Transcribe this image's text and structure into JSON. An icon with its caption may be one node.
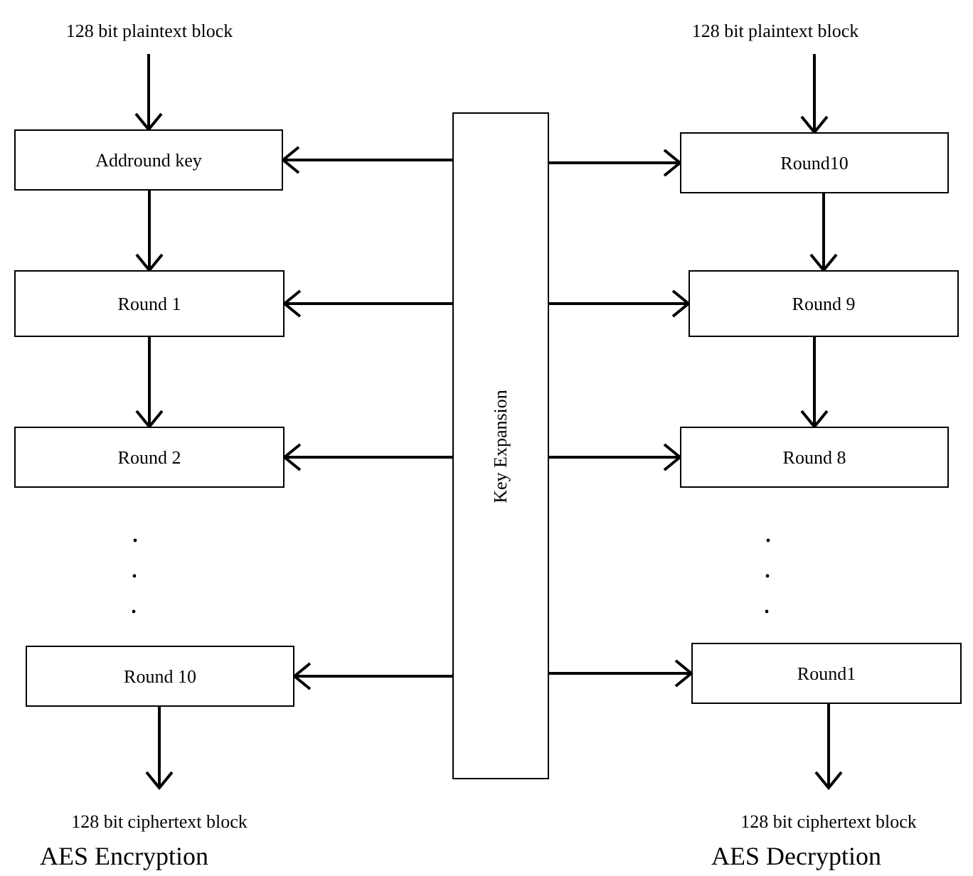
{
  "diagram": {
    "nodes": [
      {
        "text": [
          "128 bit plaintext block"
        ]
      },
      {
        "text": [
          "Addround key"
        ]
      },
      {
        "text": [
          "Round 1"
        ]
      },
      {
        "text": [
          "Round 2"
        ]
      },
      {
        "text": [
          "Round 10"
        ]
      },
      {
        "text": [
          "128 bit ciphertext block"
        ]
      },
      {
        "text": [
          "Key Expansion"
        ]
      },
      {
        "text": [
          "128 bit plaintext block"
        ]
      },
      {
        "text": [
          "Round10"
        ]
      },
      {
        "text": [
          "Round 9"
        ]
      },
      {
        "text": [
          "Round 8"
        ]
      },
      {
        "text": [
          "Round1"
        ]
      },
      {
        "text": [
          "128 bit ciphertext block"
        ]
      }
    ],
    "edges": [
      {
        "from": 0,
        "to": 1,
        "arrow": "to"
      },
      {
        "from": 1,
        "to": 2,
        "arrow": "to"
      },
      {
        "from": 2,
        "to": 3,
        "arrow": "to"
      },
      {
        "from": 4,
        "to": 5,
        "arrow": "to"
      },
      {
        "from": 6,
        "to": 1,
        "arrow": "to"
      },
      {
        "from": 6,
        "to": 2,
        "arrow": "to"
      },
      {
        "from": 6,
        "to": 3,
        "arrow": "to"
      },
      {
        "from": 6,
        "to": 4,
        "arrow": "to"
      },
      {
        "from": 6,
        "to": 8,
        "arrow": "to"
      },
      {
        "from": 6,
        "to": 9,
        "arrow": "to"
      },
      {
        "from": 6,
        "to": 10,
        "arrow": "to"
      },
      {
        "from": 6,
        "to": 11,
        "arrow": "to"
      },
      {
        "from": 7,
        "to": 8,
        "arrow": "to"
      },
      {
        "from": 8,
        "to": 9,
        "arrow": "to"
      },
      {
        "from": 9,
        "to": 10,
        "arrow": "to"
      },
      {
        "from": 11,
        "to": 12,
        "arrow": "to"
      }
    ],
    "labels": [
      "AES Encryption",
      "AES Decryption"
    ]
  }
}
